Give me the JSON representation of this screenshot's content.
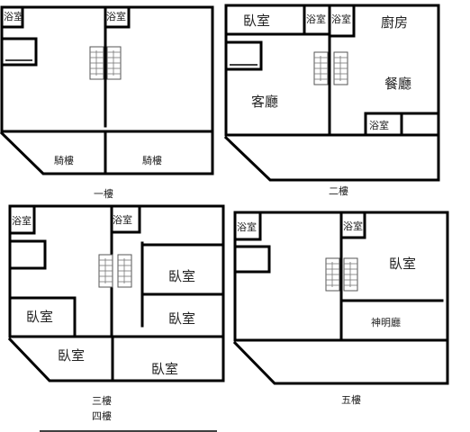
{
  "floors": {
    "f1": {
      "caption": "一樓",
      "rooms": {
        "bath_left": "浴室",
        "bath_mid": "浴室",
        "arcade_left": "騎樓",
        "arcade_right": "騎樓"
      }
    },
    "f2": {
      "caption": "二樓",
      "rooms": {
        "bedroom": "臥室",
        "bath_a": "浴室",
        "bath_b": "浴室",
        "kitchen": "廚房",
        "living": "客廳",
        "dining": "餐廳",
        "bath_c": "浴室"
      }
    },
    "f34": {
      "caption_a": "三樓",
      "caption_b": "四樓",
      "rooms": {
        "bath_left": "浴室",
        "bath_mid": "浴室",
        "bedroom_left": "臥室",
        "bedroom_right_top": "臥室",
        "bedroom_right_mid": "臥室",
        "bedroom_bottom_left": "臥室",
        "bedroom_bottom_right": "臥室"
      }
    },
    "f5": {
      "caption": "五樓",
      "rooms": {
        "bath_left": "浴室",
        "bath_mid": "浴室",
        "bedroom": "臥室",
        "shrine": "神明廳"
      }
    }
  }
}
